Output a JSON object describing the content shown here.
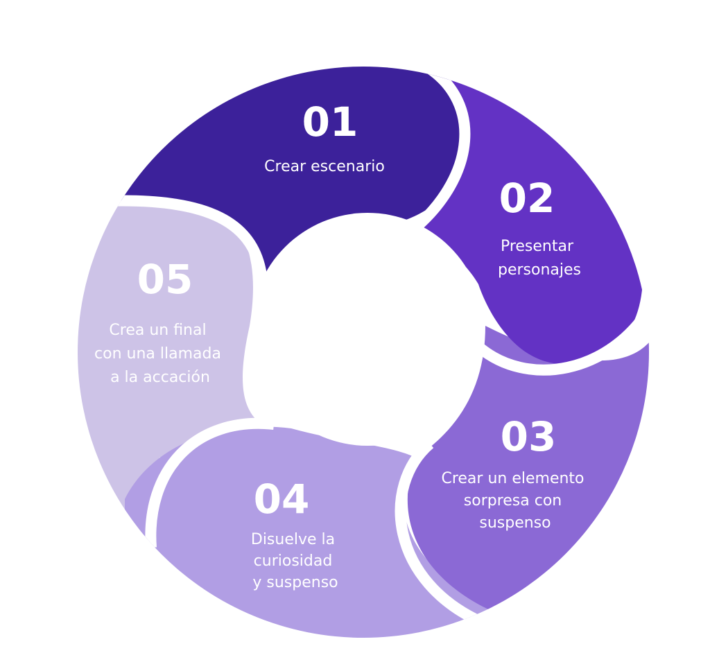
{
  "diagram": {
    "steps": [
      {
        "number": "01",
        "label_lines": [
          "Crear  escenario"
        ],
        "color": "#3c219a"
      },
      {
        "number": "02",
        "label_lines": [
          "Presentar",
          "personajes"
        ],
        "color": "#6332c4"
      },
      {
        "number": "03",
        "label_lines": [
          "Crear un elemento",
          "sorpresa con",
          "suspenso"
        ],
        "color": "#8b69d5"
      },
      {
        "number": "04",
        "label_lines": [
          "Disuelve la",
          "curiosidad",
          "y suspenso"
        ],
        "color": "#b19ee4"
      },
      {
        "number": "05",
        "label_lines": [
          "Crea un final",
          "con una llamada",
          "a la accación"
        ],
        "color": "#cdc3e7"
      }
    ]
  }
}
